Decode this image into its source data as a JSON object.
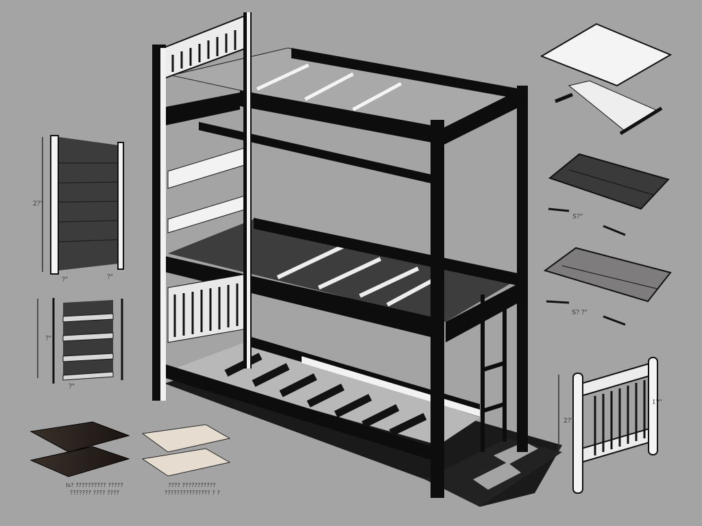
{
  "illustration": {
    "subject": "Loft bunk bed exploded parts illustration",
    "background_color": "#a4a4a4",
    "frame_color": "#0d0d0d",
    "rail_color": "#f2f2f2"
  },
  "parts": {
    "main_bed": {
      "label": "loft-bunk-bed-assembly"
    },
    "left_panel_top": {
      "dim_height": "2?\"",
      "dim_width_a": "?\"",
      "dim_width_b": "?\""
    },
    "left_panel_bottom": {
      "dim_height": "?\"",
      "dim_width": "?\""
    },
    "top_right_slat_board": {
      "label": "slat-board"
    },
    "mattress_dark": {
      "dim": "S?\""
    },
    "mattress_gray": {
      "dim": "S? ?\""
    },
    "guard_rail": {
      "dim_left": "2?\"",
      "dim_right": "1?\""
    }
  },
  "captions": {
    "dark_slats": {
      "line1": "Is? ?????????? ?????",
      "line2": "??????? ???? ????"
    },
    "light_slats": {
      "line1": "???? ???????????",
      "line2": "??????????????? ? ?"
    }
  }
}
